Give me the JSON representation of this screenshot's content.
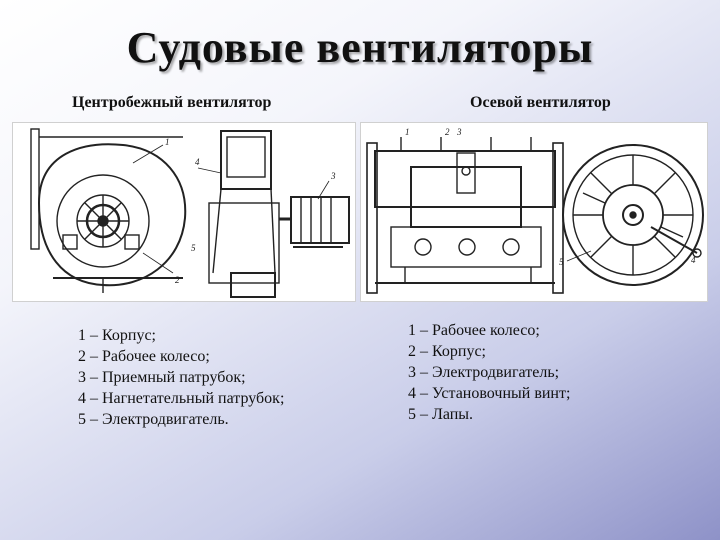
{
  "title": "Судовые вентиляторы",
  "left": {
    "subtitle": "Центробежный вентилятор",
    "figure_labels": [
      "1",
      "4",
      "3",
      "5",
      "2"
    ],
    "items": [
      "1 – Корпус;",
      "2 – Рабочее колесо;",
      "3 – Приемный патрубок;",
      "4 – Нагнетательный патрубок;",
      "5 – Электродвигатель."
    ]
  },
  "right": {
    "subtitle": "Осевой вентилятор",
    "figure_labels": [
      "1",
      "2",
      "3",
      "5",
      "4"
    ],
    "items": [
      "1 – Рабочее колесо;",
      "2 – Корпус;",
      "3 – Электродвигатель;",
      "4 – Установочный винт;",
      "5 – Лапы."
    ]
  }
}
